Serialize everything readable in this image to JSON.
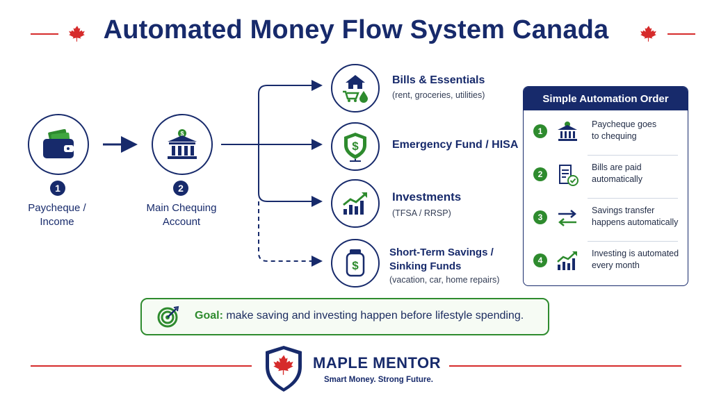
{
  "title": "Automated Money Flow System Canada",
  "flow": {
    "source": {
      "number": "1",
      "label_line1": "Paycheque /",
      "label_line2": "Income",
      "icon": "wallet-icon"
    },
    "hub": {
      "number": "2",
      "label_line1": "Main Chequing",
      "label_line2": "Account",
      "icon": "bank-icon"
    },
    "destinations": [
      {
        "title": "Bills & Essentials",
        "subtitle": "(rent, groceries, utilities)",
        "icon": "house-cart-icon"
      },
      {
        "title": "Emergency Fund / HISA",
        "subtitle": "",
        "icon": "shield-dollar-icon"
      },
      {
        "title": "Investments",
        "subtitle": "(TFSA / RRSP)",
        "icon": "growth-chart-icon"
      },
      {
        "title_line1": "Short-Term Savings /",
        "title_line2": "Sinking Funds",
        "subtitle": "(vacation, car, home repairs)",
        "icon": "savings-jar-icon"
      }
    ]
  },
  "panel": {
    "heading": "Simple Automation Order",
    "steps": [
      {
        "number": "1",
        "line1": "Paycheque goes",
        "line2": "to chequing",
        "icon": "bank-icon"
      },
      {
        "number": "2",
        "line1": "Bills are paid",
        "line2": "automatically",
        "icon": "bill-check-icon"
      },
      {
        "number": "3",
        "line1": "Savings transfer",
        "line2": "happens automatically",
        "icon": "transfer-arrows-icon"
      },
      {
        "number": "4",
        "line1": "Investing is automated",
        "line2": "every month",
        "icon": "growth-chart-icon"
      }
    ]
  },
  "goal": {
    "label": "Goal:",
    "text": " make saving and investing happen before lifestyle spending."
  },
  "brand": {
    "name": "MAPLE MENTOR",
    "tagline": "Smart Money. Strong Future."
  },
  "colors": {
    "navy": "#172a6b",
    "green": "#2e8b2e",
    "red": "#d62b2b"
  }
}
